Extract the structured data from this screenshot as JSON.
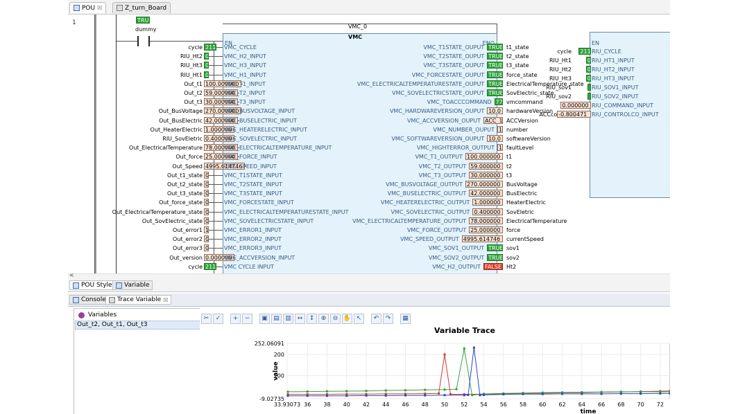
{
  "tabs": [
    {
      "label": "POU",
      "close": "☒"
    },
    {
      "label": "Z_turn_Board"
    }
  ],
  "editor": {
    "line_number": "1",
    "contact": {
      "state": "TRUE",
      "label": "dummy"
    },
    "block": {
      "instance": "VMC_0",
      "type": "VMC",
      "en": "EN",
      "eno": "ENO"
    },
    "inputs": [
      {
        "var": "cycle",
        "value": "211",
        "pin": "VMC_CYCLE",
        "kind": "g"
      },
      {
        "var": "RIU_Ht2",
        "value": "0",
        "pin": "VMC_H2_INPUT",
        "kind": "g"
      },
      {
        "var": "RIU_Ht3",
        "value": "0",
        "pin": "VMC_H3_INPUT",
        "kind": "g"
      },
      {
        "var": "RIU_Ht1",
        "value": "0",
        "pin": "VMC_H1_INPUT",
        "kind": "g"
      },
      {
        "var": "Out_t1",
        "value": "100.000000",
        "pin": "VMC_T1_INPUT",
        "kind": "v"
      },
      {
        "var": "Out_t2",
        "value": "59.000000",
        "pin": "VMC_T2_INPUT",
        "kind": "v"
      },
      {
        "var": "Out_t3",
        "value": "30.000000",
        "pin": "VMC_T3_INPUT",
        "kind": "v"
      },
      {
        "var": "Out_BusVoltage",
        "value": "270.000000",
        "pin": "VMC_BUSVOLTAGE_INPUT",
        "kind": "v"
      },
      {
        "var": "Out_BusElectric",
        "value": "42.000000",
        "pin": "VMC_BUSELECTRIC_INPUT",
        "kind": "v"
      },
      {
        "var": "Out_HeaterElectric",
        "value": "1.000000",
        "pin": "VMC_HEATERELECTRIC_INPUT",
        "kind": "v"
      },
      {
        "var": "RIU_SovEletric",
        "value": "0.400000",
        "pin": "VMC_SOVELECTRIC_INPUT",
        "kind": "v"
      },
      {
        "var": "Out_ElectricalTemperature",
        "value": "78.000000",
        "pin": "VMC_ELECTRICALTEMPERATURE_INPUT",
        "kind": "v"
      },
      {
        "var": "Out_force",
        "value": "25.000000",
        "pin": "VMC_FORCE_INPUT",
        "kind": "v"
      },
      {
        "var": "Out_Speed",
        "value": "4995.614746",
        "pin": "VMC_SPEED_INPUT",
        "kind": "v"
      },
      {
        "var": "Out_t1_state",
        "value": "0",
        "pin": "VMC_T1STATE_INPUT",
        "kind": "v"
      },
      {
        "var": "Out_t2_state",
        "value": "0",
        "pin": "VMC_T2STATE_INPUT",
        "kind": "v"
      },
      {
        "var": "Out_t3_state",
        "value": "0",
        "pin": "VMC_T3STATE_INPUT",
        "kind": "v"
      },
      {
        "var": "Out_force_state",
        "value": "0",
        "pin": "VMC_FORCESTATE_INPUT",
        "kind": "v"
      },
      {
        "var": "Out_ElectricalTemperature_state",
        "value": "0",
        "pin": "VMC_ELECTRICALTEMPERATURESTATE_INPUT",
        "kind": "v"
      },
      {
        "var": "Out_SovElectric_state",
        "value": "0",
        "pin": "VMC_SOVELECTRICSTATE_INPUT",
        "kind": "v"
      },
      {
        "var": "Out_error1",
        "value": "1",
        "pin": "VMC_ERROR1_INPUT",
        "kind": "v"
      },
      {
        "var": "Out_error2",
        "value": "0",
        "pin": "VMC_ERROR2_INPUT",
        "kind": "v"
      },
      {
        "var": "Out_error3",
        "value": "0",
        "pin": "VMC_ERROR3_INPUT",
        "kind": "v"
      },
      {
        "var": "Out_version",
        "value": "0.000000",
        "pin": "VMC_ACCVERSION_INPUT",
        "kind": "v"
      },
      {
        "var": "cycle",
        "value": "211",
        "pin": "VMC CYCLE INPUT",
        "kind": "g"
      }
    ],
    "outputs": [
      {
        "pin": "VMC_T1STATE_OUPUT",
        "value": "TRUE",
        "var": "t1_state",
        "kind": "g"
      },
      {
        "pin": "VMC_T2STATE_OUPUT",
        "value": "TRUE",
        "var": "t2_state",
        "kind": "g"
      },
      {
        "pin": "VMC_T3STATE_OUPUT",
        "value": "TRUE",
        "var": "t3_state",
        "kind": "g"
      },
      {
        "pin": "VMC_FORCESTATE_OUPUT",
        "value": "TRUE",
        "var": "force_state",
        "kind": "g"
      },
      {
        "pin": "VMC_ELECTRICALTEMPERATURESTATE_OUPUT",
        "value": "TRUE",
        "var": "ElectricalTemperature_state",
        "kind": "g"
      },
      {
        "pin": "VMC_SOVELECTRICSTATE_OUPUT",
        "value": "TRUE",
        "var": "SovElectric_state",
        "kind": "g"
      },
      {
        "pin": "VMC_TOACCCOMMAND",
        "value": "77",
        "var": "vmcommand",
        "kind": "g"
      },
      {
        "pin": "VMC_HARDWAREVERSION_OUPUT",
        "value": "10.0",
        "var": "hardwareVersion",
        "kind": "v"
      },
      {
        "pin": "VMC_ACCVERSION_OUPUT",
        "value": "ACC_1",
        "var": "ACCVersion",
        "kind": "v"
      },
      {
        "pin": "VMC_NUMBER_OUPUT",
        "value": "1",
        "var": "number",
        "kind": "v"
      },
      {
        "pin": "VMC_SOFTWAREVERSION_OUPUT",
        "value": "10.0",
        "var": "softwareVersion",
        "kind": "v"
      },
      {
        "pin": "VMC_HIGHTERROR_OUTPUT",
        "value": "1",
        "var": "faultLevel",
        "kind": "v"
      },
      {
        "pin": "VMC_T1_OUTPUT",
        "value": "100.000000",
        "var": "t1",
        "kind": "v"
      },
      {
        "pin": "VMC_T2_OUTPUT",
        "value": "59.000000",
        "var": "t2",
        "kind": "v"
      },
      {
        "pin": "VMC_T3_OUTPUT",
        "value": "30.000000",
        "var": "t3",
        "kind": "v"
      },
      {
        "pin": "VMC_BUSVOLTAGE_OUTPUT",
        "value": "270.000000",
        "var": "BusVoltage",
        "kind": "v"
      },
      {
        "pin": "VMC_BUSELECTRIC_OUTPUT",
        "value": "42.000000",
        "var": "BusElectric",
        "kind": "v"
      },
      {
        "pin": "VMC_HEATERELECTRIC_OUTPUT",
        "value": "1.000000",
        "var": "HeaterElectric",
        "kind": "v"
      },
      {
        "pin": "VMC_SOVELECTRIC_OUTPUT",
        "value": "0.400000",
        "var": "SovEletric",
        "kind": "v"
      },
      {
        "pin": "VMC_ELECTRICALTEMPERATURE_OUTPUT",
        "value": "78.000000",
        "var": "ElectricalTemperature",
        "kind": "v"
      },
      {
        "pin": "VMC_FORCE_OUTPUT",
        "value": "25.000000",
        "var": "force",
        "kind": "v"
      },
      {
        "pin": "VMC_SPEED_OUTPUT",
        "value": "4995.614746",
        "var": "currentSpeed",
        "kind": "v"
      },
      {
        "pin": "VMC_SOV1_OUTPUT",
        "value": "TRUE",
        "var": "sov1",
        "kind": "g"
      },
      {
        "pin": "VMC_SOV2_OUTPUT",
        "value": "TRUE",
        "var": "sov2",
        "kind": "g"
      },
      {
        "pin": "VMC_H2_OUTPUT",
        "value": "FALSE",
        "var": "Ht2",
        "kind": "r"
      }
    ],
    "block2": {
      "en": "EN",
      "inputs": [
        {
          "var": "cycle",
          "value": "211",
          "pin": "RIU_CYCLE",
          "kind": "g"
        },
        {
          "var": "RIU_Ht1",
          "value": "0",
          "pin": "RIU_HT1_INPUT",
          "kind": "g"
        },
        {
          "var": "RIU_Ht2",
          "value": "0",
          "pin": "RIU_HT2_INPUT",
          "kind": "g"
        },
        {
          "var": "RIU_Ht3",
          "value": "0",
          "pin": "RIU_HT3_INPUT",
          "kind": "g"
        },
        {
          "var": "RIU_sov1",
          "value": "",
          "pin": "RIU_SOV1_INPUT",
          "kind": "g"
        },
        {
          "var": "RIU_sov2",
          "value": "",
          "pin": "RIU_SOV2_INPUT",
          "kind": "g"
        },
        {
          "var": "",
          "value": "0.000000",
          "pin": "RIU_COMMAND_INPUT",
          "kind": "v"
        },
        {
          "var": "ACCcontroll",
          "value": "-0.800471",
          "pin": "RIU_CONTROLCO_INPUT",
          "kind": "v"
        }
      ]
    }
  },
  "bottom_tabs": [
    {
      "label": "POU Style"
    },
    {
      "label": "Variable"
    }
  ],
  "panel_tabs": [
    {
      "label": "Console"
    },
    {
      "label": "Trace Variable",
      "close": "☒"
    }
  ],
  "variables": {
    "header": "Variables",
    "selected": "Out_t2, Out_t1, Out_t3"
  },
  "chart_data": {
    "type": "line",
    "title": "Variable Trace",
    "ylabel": "value",
    "xlabel": "time",
    "ylim": [
      -9.02735,
      252.06091
    ],
    "xlim": [
      33.93073,
      73
    ],
    "y_ticks": [
      "252.06091",
      "200",
      "100",
      "-9.02735"
    ],
    "x_ticks": [
      "33.93073",
      "36",
      "38",
      "40",
      "42",
      "44",
      "46",
      "48",
      "50",
      "52",
      "54",
      "56",
      "58",
      "60",
      "62",
      "64",
      "66",
      "68",
      "70",
      "72"
    ],
    "series": [
      {
        "color": "#d63a2f",
        "x": [
          34,
          36,
          38,
          40,
          42,
          44,
          46,
          48,
          49.4,
          50,
          50.6,
          52,
          54,
          56,
          58,
          60,
          62,
          64,
          66,
          68,
          70,
          72,
          73
        ],
        "y": [
          12,
          12,
          12,
          13,
          13,
          14,
          14,
          15,
          16,
          200,
          12,
          12,
          13,
          14,
          16,
          17,
          19,
          20,
          22,
          23,
          25,
          27,
          28
        ]
      },
      {
        "color": "#2fa33a",
        "x": [
          34,
          36,
          38,
          40,
          42,
          44,
          46,
          48,
          50,
          51.2,
          52,
          52.8,
          54,
          56,
          58,
          60,
          62,
          64,
          66,
          68,
          70,
          72,
          73
        ],
        "y": [
          24,
          25,
          26,
          27,
          28,
          30,
          31,
          33,
          34,
          36,
          228,
          8,
          14,
          16,
          18,
          20,
          21,
          22,
          23,
          24,
          24,
          24,
          24
        ]
      },
      {
        "color": "#2a48c8",
        "x": [
          34,
          36,
          38,
          40,
          42,
          44,
          46,
          48,
          50,
          52,
          52.4,
          53,
          53.6,
          54,
          56,
          58,
          60,
          62,
          64,
          66,
          68,
          70,
          72,
          73
        ],
        "y": [
          5,
          5,
          5,
          5,
          6,
          6,
          7,
          7,
          8,
          8,
          9,
          232,
          8,
          9,
          12,
          13,
          13,
          14,
          14,
          14,
          15,
          15,
          16,
          16
        ]
      }
    ]
  }
}
